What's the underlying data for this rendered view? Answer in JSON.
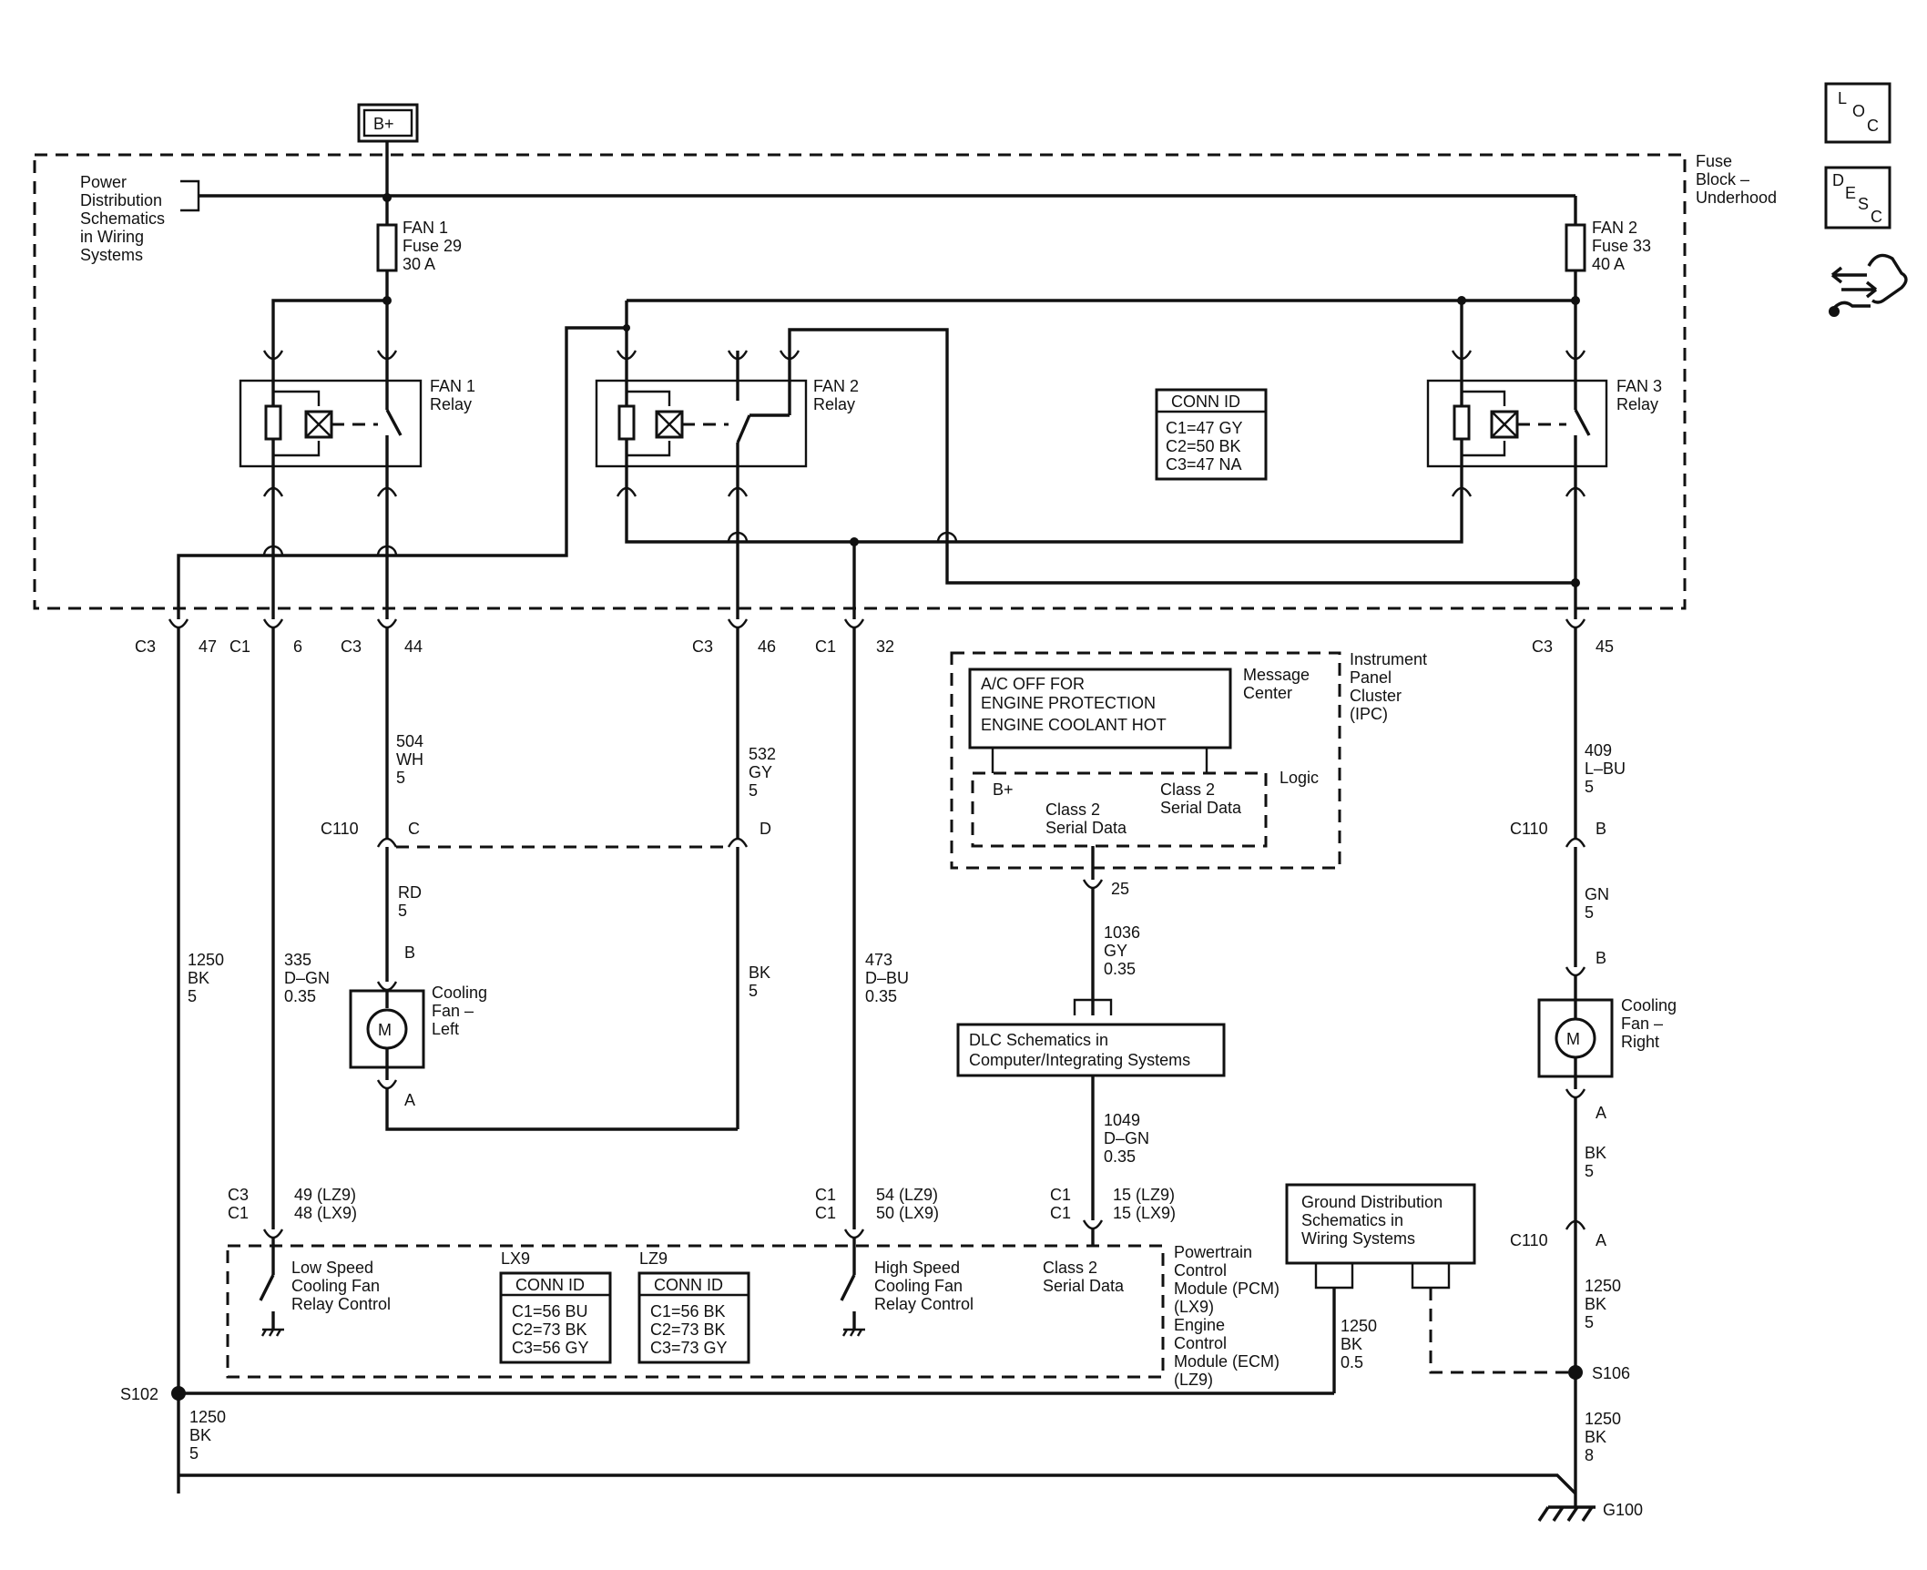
{
  "supply": {
    "label": "B+"
  },
  "fuse_block": {
    "label_1": "Fuse",
    "label_2": "Block –",
    "label_3": "Underhood"
  },
  "power_dist": {
    "line_1": "Power",
    "line_2": "Distribution",
    "line_3": "Schematics",
    "line_4": "in Wiring",
    "line_5": "Systems"
  },
  "fuses": [
    {
      "name": "FAN 1",
      "fuse": "Fuse 29",
      "rating": "30 A"
    },
    {
      "name": "FAN 2",
      "fuse": "Fuse 33",
      "rating": "40 A"
    }
  ],
  "relays": [
    {
      "name": "FAN 1",
      "type": "Relay"
    },
    {
      "name": "FAN 2",
      "type": "Relay"
    },
    {
      "name": "FAN 3",
      "type": "Relay"
    }
  ],
  "conn_id_fuse_block": {
    "title": "CONN ID",
    "rows": [
      "C1=47 GY",
      "C2=50 BK",
      "C3=47 NA"
    ]
  },
  "pins_top": [
    {
      "conn": "C3",
      "pin": "47"
    },
    {
      "conn": "C1",
      "pin": "6"
    },
    {
      "conn": "C3",
      "pin": "44"
    },
    {
      "conn": "C3",
      "pin": "46"
    },
    {
      "conn": "C1",
      "pin": "32"
    },
    {
      "conn": "C3",
      "pin": "45"
    }
  ],
  "wires": {
    "w504": [
      "504",
      "WH",
      "5"
    ],
    "w532": [
      "532",
      "GY",
      "5"
    ],
    "w409": [
      "409",
      "L–BU",
      "5"
    ],
    "wRD": [
      "RD",
      "5"
    ],
    "wGN": [
      "GN",
      "5"
    ],
    "w1250a": [
      "1250",
      "BK",
      "5"
    ],
    "w335": [
      "335",
      "D–GN",
      "0.35"
    ],
    "wBK": [
      "BK",
      "5"
    ],
    "w473": [
      "473",
      "D–BU",
      "0.35"
    ],
    "w1036": [
      "1036",
      "GY",
      "0.35"
    ],
    "w1049": [
      "1049",
      "D–GN",
      "0.35"
    ],
    "wBKr": [
      "BK",
      "5"
    ],
    "w1250r": [
      "1250",
      "BK",
      "5"
    ],
    "w1250g": [
      "1250",
      "BK",
      "0.5"
    ],
    "w1250s102": [
      "1250",
      "BK",
      "5"
    ],
    "w1250s106": [
      "1250",
      "BK",
      "8"
    ]
  },
  "c110": {
    "name": "C110",
    "pin_c": "C",
    "pin_d": "D",
    "pin_b": "B",
    "pin_a": "A"
  },
  "motors": [
    {
      "name": "Cooling",
      "name2": "Fan –",
      "name3": "Left",
      "pin_b": "B",
      "pin_a": "A",
      "symbol": "M"
    },
    {
      "name": "Cooling",
      "name2": "Fan –",
      "name3": "Right",
      "pin_b": "B",
      "pin_a": "A",
      "symbol": "M"
    }
  ],
  "ipc": {
    "title_1": "Instrument",
    "title_2": "Panel",
    "title_3": "Cluster",
    "title_4": "(IPC)",
    "message_center_1": "Message",
    "message_center_2": "Center",
    "messages": [
      "A/C OFF FOR",
      "ENGINE PROTECTION",
      "ENGINE COOLANT HOT"
    ],
    "logic": "Logic",
    "bplus": "B+",
    "class2_a1": "Class 2",
    "class2_a2": "Serial Data",
    "class2_b1": "Class 2",
    "class2_b2": "Serial Data",
    "pin": "25"
  },
  "dlc": {
    "line_1": "DLC Schematics in",
    "line_2": "Computer/Integrating Systems"
  },
  "ground_dist": {
    "line_1": "Ground Distribution",
    "line_2": "Schematics in",
    "line_3": "Wiring Systems"
  },
  "pcm_pins": {
    "low_conn_1": "C3",
    "low_conn_2": "C1",
    "low_pin_1": "49 (LZ9)",
    "low_pin_2": "48 (LX9)",
    "high_conn_1": "C1",
    "high_conn_2": "C1",
    "high_pin_1": "54 (LZ9)",
    "high_pin_2": "50 (LX9)",
    "data_conn_1": "C1",
    "data_conn_2": "C1",
    "data_pin_1": "15 (LZ9)",
    "data_pin_2": "15 (LX9)"
  },
  "pcm": {
    "low_1": "Low Speed",
    "low_2": "Cooling Fan",
    "low_3": "Relay Control",
    "high_1": "High Speed",
    "high_2": "Cooling Fan",
    "high_3": "Relay Control",
    "data_1": "Class 2",
    "data_2": "Serial Data",
    "name_lines": [
      "Powertrain",
      "Control",
      "Module (PCM)",
      "(LX9)",
      "Engine",
      "Control",
      "Module (ECM)",
      "(LZ9)"
    ],
    "lx9": "LX9",
    "lz9": "LZ9",
    "conn_lx9": {
      "title": "CONN ID",
      "rows": [
        "C1=56 BU",
        "C2=73 BK",
        "C3=56 GY"
      ]
    },
    "conn_lz9": {
      "title": "CONN ID",
      "rows": [
        "C1=56 BK",
        "C2=73 BK",
        "C3=73 GY"
      ]
    }
  },
  "splices": {
    "s102": "S102",
    "s106": "S106",
    "g100": "G100"
  },
  "c110_right": {
    "conn": "C110",
    "pin": "A"
  },
  "legend_icons": [
    {
      "name": "loc-icon",
      "letters": [
        "L",
        "O",
        "C"
      ]
    },
    {
      "name": "desc-icon",
      "letters": [
        "D",
        "E",
        "S",
        "C"
      ]
    },
    {
      "name": "service-hand-icon"
    }
  ]
}
